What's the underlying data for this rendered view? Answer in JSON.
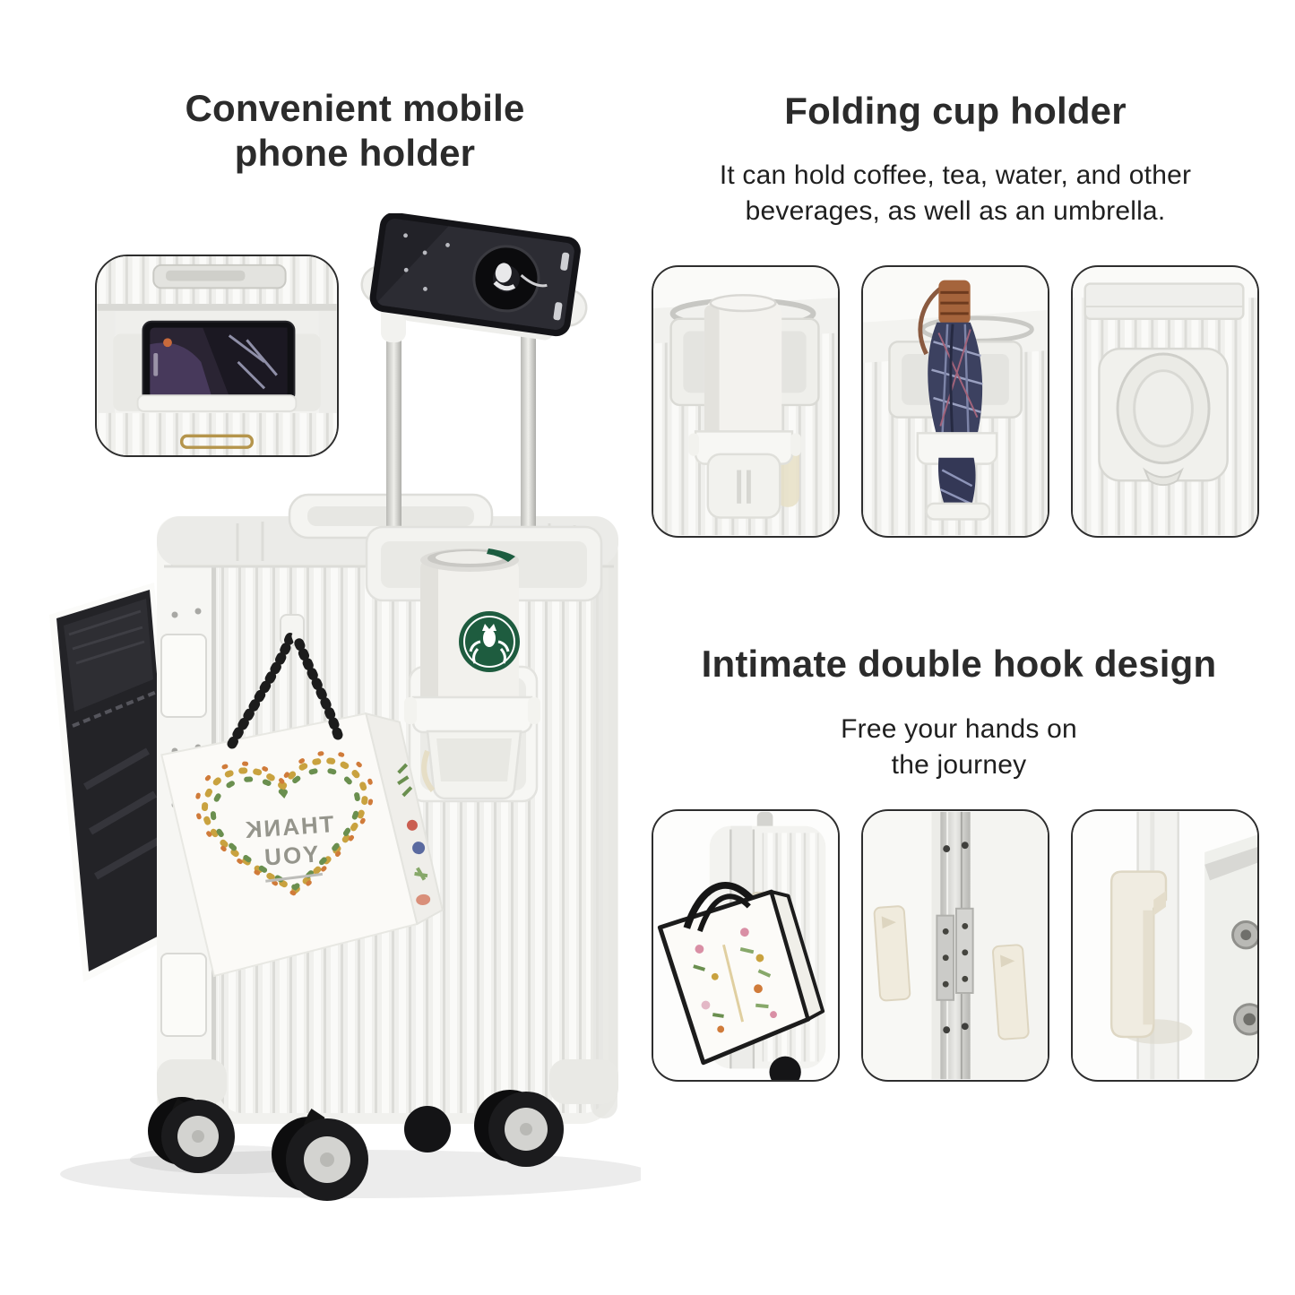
{
  "page": {
    "background": "#ffffff",
    "heading_color": "#2b2b2b",
    "body_text_color": "#1f1f1f",
    "inset_border_color": "#2e2e2e"
  },
  "features": [
    {
      "id": "phone-holder",
      "title_lines": [
        "Convenient mobile",
        "phone holder"
      ],
      "inset_labels": [
        "phone-docked-in-top-holder"
      ]
    },
    {
      "id": "cup-holder",
      "title": "Folding cup holder",
      "description_lines": [
        "It can hold coffee, tea, water, and other",
        "beverages, as well as an umbrella."
      ],
      "inset_labels": [
        "tumbler-in-cup-holder",
        "folded-umbrella-in-cup-holder",
        "cup-holder-folded-flat"
      ]
    },
    {
      "id": "double-hook",
      "title": "Intimate double hook design",
      "description_lines": [
        "Free your hands on",
        "the journey"
      ],
      "inset_labels": [
        "tote-bag-hanging-on-hook",
        "two-hooks-beside-frame",
        "hook-close-up"
      ]
    }
  ],
  "main_image": {
    "gift_bag": {
      "text_lines": [
        "THANK",
        "YOU"
      ],
      "text_mirrored": true,
      "text_color": "#95958c"
    },
    "cup_logo": "starbucks-siren",
    "colors": {
      "suitcase_white": "#f2f2ef",
      "rib_groove": "#dcdcd8",
      "frame_silver": "#d3d3cf",
      "wheel_black": "#1a1a1b",
      "wheel_hub": "#d2d2cf",
      "pocket_interior": "#232327",
      "starbucks_green": "#1e5c3f",
      "umbrella_navy": "#3c4160",
      "umbrella_copper": "#9c5f3a",
      "hook_beige": "#efeadf",
      "bag_floral": [
        "#d98fa5",
        "#6a8f4f",
        "#c9a23f",
        "#d07b3a"
      ]
    }
  }
}
